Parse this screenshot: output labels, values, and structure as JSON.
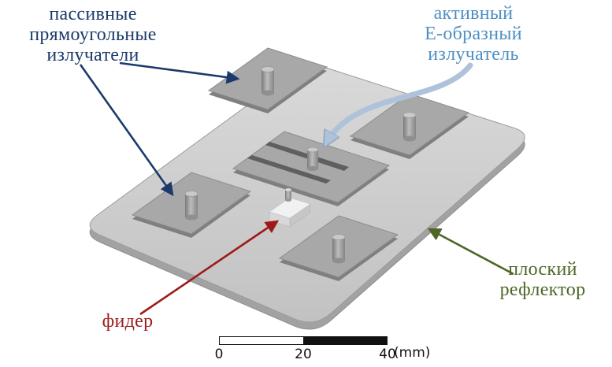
{
  "annotations": {
    "passive_label": {
      "lines": [
        "пассивные",
        "прямоугольные",
        "излучатели"
      ],
      "color": "#1b3a6b"
    },
    "active_label": {
      "lines": [
        "активный",
        "Е-образный",
        "излучатель"
      ],
      "color": "#4d8fc4"
    },
    "reflector_label": {
      "lines": [
        "плоский",
        "рефлектор"
      ],
      "color": "#4e6626"
    },
    "feeder_label": {
      "text": "фидер",
      "color": "#9e1a1a"
    }
  },
  "scale_bar": {
    "ticks": [
      "0",
      "20",
      "40"
    ],
    "unit": "(mm)"
  },
  "scene": {
    "colors": {
      "plate_top": "#cfcfcf",
      "plate_side": "#a2a2a2",
      "patch_top": "#a8a8a8",
      "patch_side": "#7f7f7f",
      "slot": "#5f5f5f",
      "feeder_top": "#f1f1f1",
      "background": "#ffffff"
    }
  }
}
